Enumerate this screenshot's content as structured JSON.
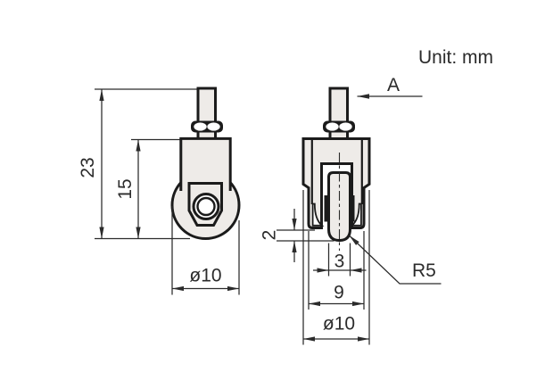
{
  "unit_note": "Unit: mm",
  "direction_label": "A",
  "front_view": {
    "total_height": "23",
    "body_height": "15",
    "roller_diameter": "ø10"
  },
  "side_view": {
    "roller_protrusion": "2",
    "roller_width": "3",
    "fork_width": "9",
    "outer_diameter": "ø10",
    "edge_radius": "R5"
  },
  "colors": {
    "part_fill": "#eeebe8",
    "outline": "#1b1b1b",
    "dimension": "#2b2b2b",
    "background": "#ffffff"
  }
}
